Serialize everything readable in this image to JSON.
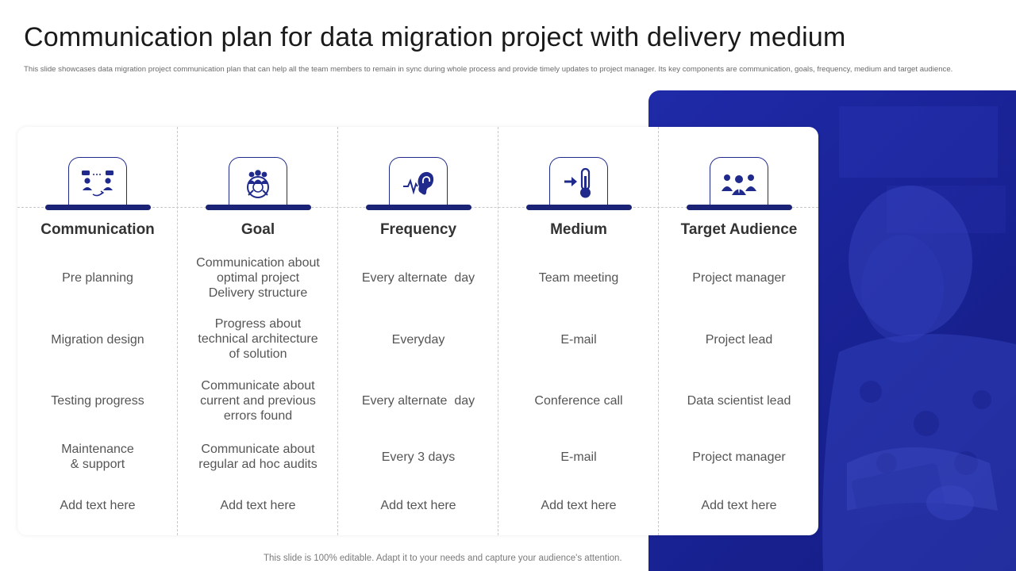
{
  "title": "Communication plan for data migration project with delivery medium",
  "subtitle": "This slide showcases data migration project communication plan that can help all the team members to remain in sync during whole process and provide timely updates to project manager. Its key components are communication,  goals, frequency, medium and target audience.",
  "columns": [
    {
      "header": "Communication",
      "icon": "people-conversation-icon",
      "rows": [
        "Pre planning",
        "Migration design",
        "Testing progress",
        "Maintenance\n& support",
        "Add text here"
      ]
    },
    {
      "header": "Goal",
      "icon": "team-target-icon",
      "rows": [
        "Communication about\noptimal project\nDelivery structure",
        "Progress about\ntechnical architecture\nof solution",
        "Communicate about\ncurrent and previous\nerrors found",
        "Communicate about\nregular ad hoc audits",
        "Add text here"
      ]
    },
    {
      "header": "Frequency",
      "icon": "ear-wave-icon",
      "rows": [
        "Every alternate  day",
        "Everyday",
        "Every alternate  day",
        "Every 3 days",
        "Add text here"
      ]
    },
    {
      "header": "Medium",
      "icon": "arrow-thermometer-icon",
      "rows": [
        "Team meeting",
        "E-mail",
        "Conference call",
        "E-mail",
        "Add text here"
      ]
    },
    {
      "header": "Target Audience",
      "icon": "audience-group-icon",
      "rows": [
        "Project manager",
        "Project lead",
        "Data scientist lead",
        "Project manager",
        "Add text here"
      ]
    }
  ],
  "footer": "This slide is 100% editable. Adapt it to your needs and capture your audience's attention.",
  "colors": {
    "accent_dark": "#1b2376",
    "panel_blue": "#1f2aa8",
    "icon_blue": "#1f2a8c"
  }
}
